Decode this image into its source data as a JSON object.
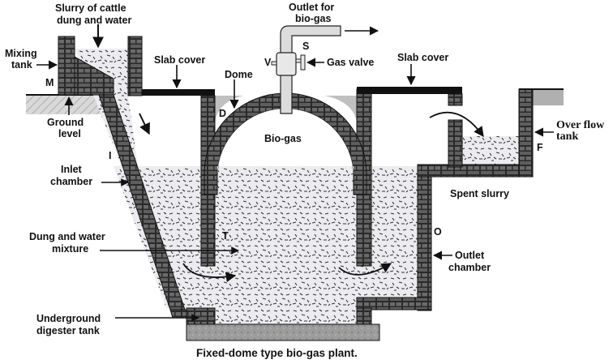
{
  "diagram": {
    "title": "Fixed-dome type bio-gas plant.",
    "colors": {
      "brick_fill": "#5a5a5a",
      "brick_mortar": "#d8d8d8",
      "slab": "#111111",
      "slurry_bg": "#eeeef2",
      "ground_shade": "#b8b8b8",
      "base_slab": "#9a9a9a"
    },
    "labels": {
      "slurry_input": [
        "Slurry of cattle",
        "dung and water"
      ],
      "mixing_tank": [
        "Mixing",
        "tank"
      ],
      "ground_level": [
        "Ground",
        "level"
      ],
      "slab_cover_left": "Slab cover",
      "dome": "Dome",
      "outlet_biogas": [
        "Outlet for",
        "bio-gas"
      ],
      "gas_valve": "Gas valve",
      "slab_cover_right": "Slab cover",
      "bio_gas": "Bio-gas",
      "over_flow_tank": [
        "Over flow",
        "tank"
      ],
      "spent_slurry": "Spent slurry",
      "inlet_chamber": [
        "Inlet",
        "chamber"
      ],
      "dung_water_mixture": [
        "Dung and water",
        "mixture"
      ],
      "outlet_chamber": [
        "Outlet",
        "chamber"
      ],
      "underground_digester": [
        "Underground",
        "digester tank"
      ]
    },
    "letters": {
      "M": "M",
      "I": "I",
      "D": "D",
      "S": "S",
      "V": "V",
      "T": "T",
      "O": "O",
      "F": "F"
    }
  }
}
